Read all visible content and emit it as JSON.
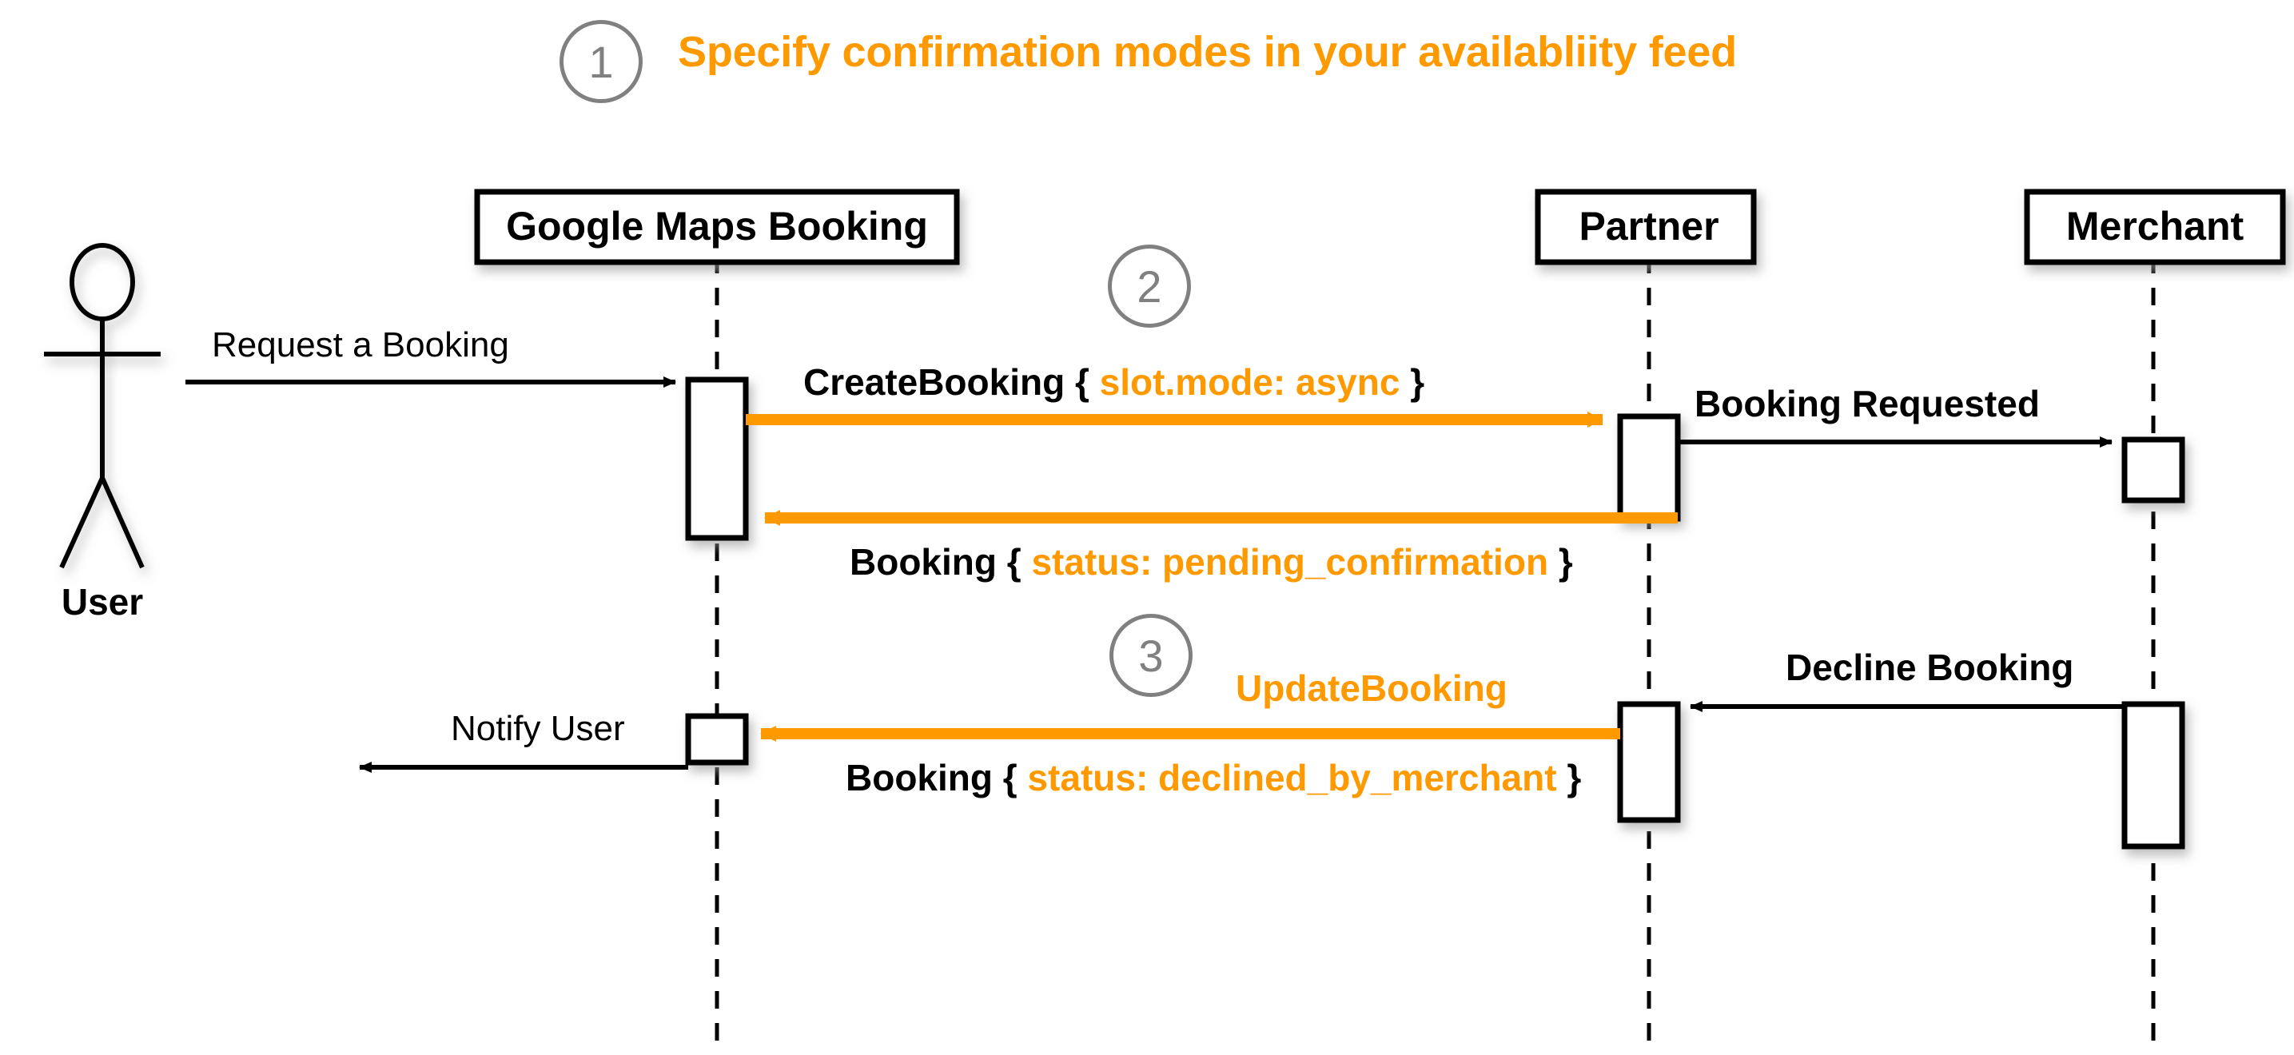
{
  "diagram": {
    "kind": "uml-sequence-diagram",
    "colors": {
      "accent_orange": "#ff9900",
      "line_black": "#000000",
      "step_gray": "#808080",
      "background": "#ffffff"
    },
    "title": {
      "step": "1",
      "text": "Specify confirmation modes in your availabliity feed"
    },
    "steps": [
      {
        "number": "1"
      },
      {
        "number": "2"
      },
      {
        "number": "3"
      }
    ],
    "actors": [
      {
        "id": "user",
        "label": "User",
        "type": "stick-figure"
      },
      {
        "id": "gmb",
        "label": "Google Maps Booking",
        "type": "lifeline-box"
      },
      {
        "id": "partner",
        "label": "Partner",
        "type": "lifeline-box"
      },
      {
        "id": "merchant",
        "label": "Merchant",
        "type": "lifeline-box"
      }
    ],
    "messages": [
      {
        "id": "request-a-booking",
        "label": "Request a Booking",
        "style": "plain",
        "color": "black",
        "from": "user",
        "to": "gmb"
      },
      {
        "id": "create-booking",
        "prefix": "CreateBooking",
        "open_brace": "{",
        "payload": "slot.mode: async",
        "close_brace": "}",
        "style": "bold",
        "color": "orange-arrow",
        "from": "gmb",
        "to": "partner"
      },
      {
        "id": "booking-requested",
        "label": "Booking Requested",
        "style": "bold",
        "color": "black",
        "from": "partner",
        "to": "merchant"
      },
      {
        "id": "booking-pending-confirmation",
        "prefix": "Booking",
        "open_brace": "{",
        "payload": "status: pending_confirmation",
        "close_brace": "}",
        "style": "bold",
        "color": "orange-arrow",
        "from": "partner",
        "to": "gmb"
      },
      {
        "id": "decline-booking",
        "label": "Decline Booking",
        "style": "bold",
        "color": "black",
        "from": "merchant",
        "to": "partner"
      },
      {
        "id": "update-booking",
        "label": "UpdateBooking",
        "style": "bold",
        "color": "orange",
        "from": "partner",
        "to": "gmb"
      },
      {
        "id": "booking-declined-by-merchant",
        "prefix": "Booking",
        "open_brace": "{",
        "payload": "status: declined_by_merchant",
        "close_brace": "}",
        "style": "bold",
        "color": "black",
        "from": "partner",
        "to": "gmb"
      },
      {
        "id": "notify-user",
        "label": "Notify User",
        "style": "plain",
        "color": "black",
        "from": "gmb",
        "to": "user"
      }
    ]
  }
}
